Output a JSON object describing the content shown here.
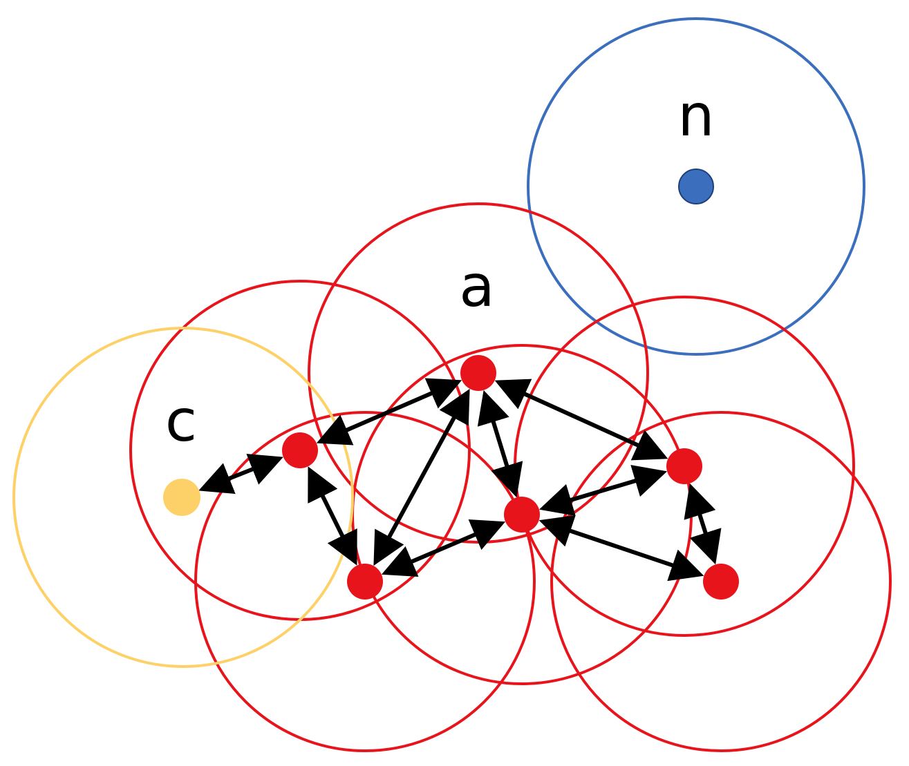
{
  "labels": {
    "noise": "n",
    "core": "a",
    "border": "c"
  },
  "colors": {
    "core": "#e8141c",
    "border": "#fdd167",
    "noise": "#3b6fbd",
    "noise_fill": "#3b6fbd",
    "edge": "#000000"
  },
  "points": {
    "core": [
      "core-1",
      "core-2",
      "core-3",
      "core-4",
      "core-5",
      "core-6",
      "core-7"
    ],
    "border": [
      "border-1"
    ],
    "noise": [
      "noise-1"
    ]
  },
  "edges": [
    [
      "core-1",
      "core-2"
    ],
    [
      "core-1",
      "core-3"
    ],
    [
      "core-1",
      "core-4"
    ],
    [
      "core-1",
      "core-5"
    ],
    [
      "core-2",
      "border-1"
    ],
    [
      "core-2",
      "core-3"
    ],
    [
      "core-3",
      "core-4"
    ],
    [
      "core-4",
      "core-5"
    ],
    [
      "core-4",
      "core-6"
    ],
    [
      "core-5",
      "core-6"
    ]
  ]
}
